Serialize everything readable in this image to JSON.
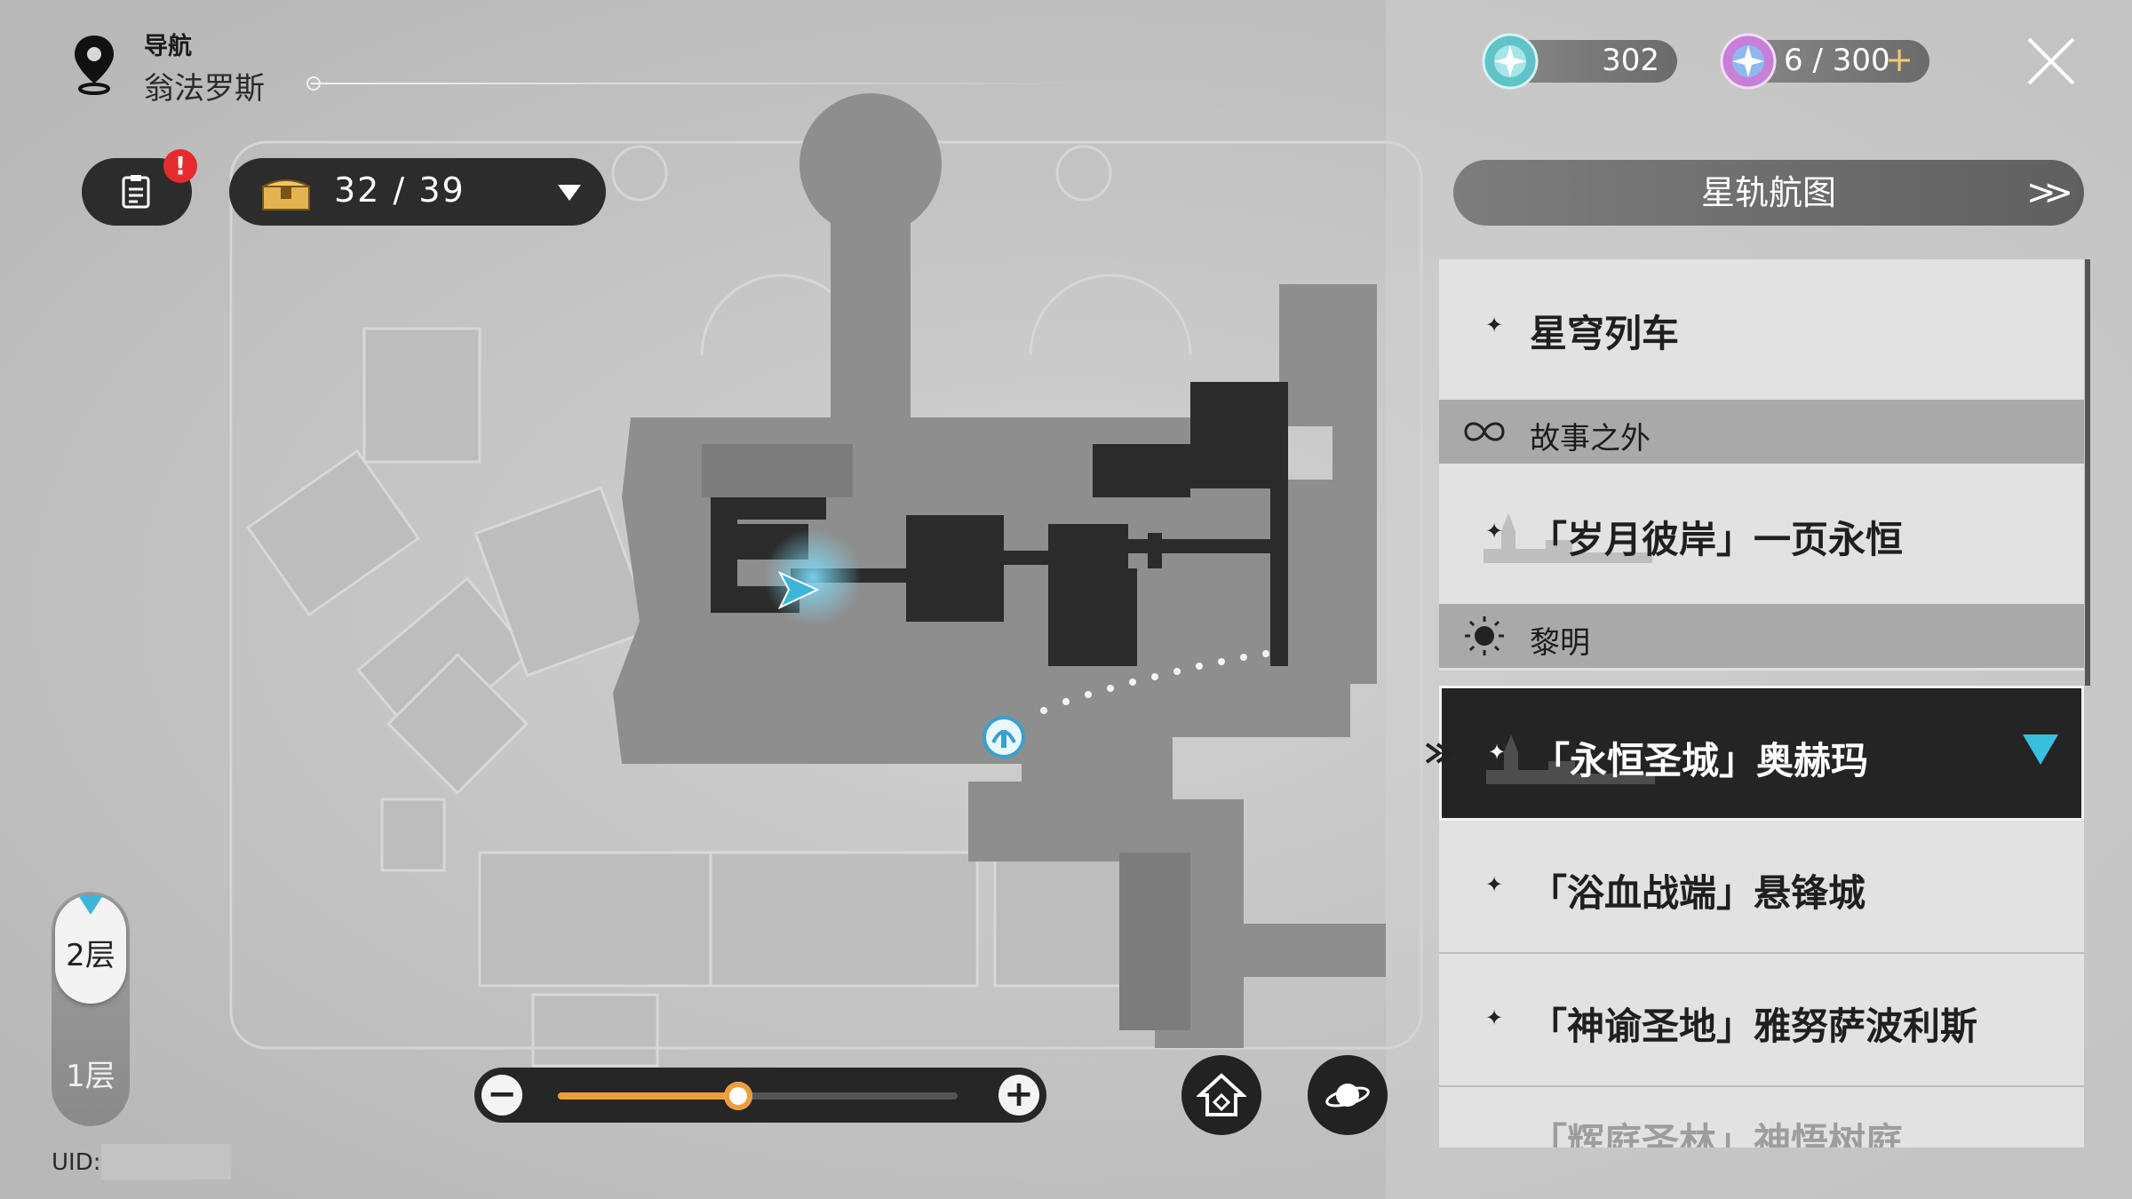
{
  "nav": {
    "label": "导航",
    "location": "翁法罗斯",
    "pin_icon": "map-pin-icon"
  },
  "currencies": [
    {
      "name": "fuel-icon",
      "value": "302"
    },
    {
      "name": "stellar-jade-icon",
      "value": "6 / 300",
      "add": "+"
    }
  ],
  "toolbar": {
    "quest_alert": "!",
    "chest_count": "32 / 39"
  },
  "panel": {
    "star_rail_map": "星轨航图",
    "chevron": ">>",
    "items": [
      {
        "type": "row",
        "star": "✦",
        "label": "星穹列车"
      },
      {
        "type": "group",
        "label": "故事之外"
      },
      {
        "type": "row",
        "star": "✦",
        "label": "「岁月彼岸」一页永恒"
      },
      {
        "type": "group",
        "label": "黎明"
      },
      {
        "type": "row",
        "star": "✦",
        "label": "「永恒圣城」奥赫玛",
        "active": true
      },
      {
        "type": "row",
        "star": "✦",
        "label": "「浴血战端」悬锋城"
      },
      {
        "type": "row",
        "star": "✦",
        "label": "「神谕圣地」雅努萨波利斯"
      },
      {
        "type": "row",
        "star": "",
        "label": "「辉庭圣林」神悟树庭"
      }
    ]
  },
  "floors": {
    "upper": "2层",
    "lower": "1层",
    "selected": "2层"
  },
  "uid": {
    "label": "UID:"
  },
  "zoom": {
    "minus": "−",
    "plus": "+",
    "level": 0.45
  },
  "colors": {
    "accent": "#3cb6d8",
    "zoom_fill": "#ef9d3b",
    "alert": "#e52b2b"
  }
}
